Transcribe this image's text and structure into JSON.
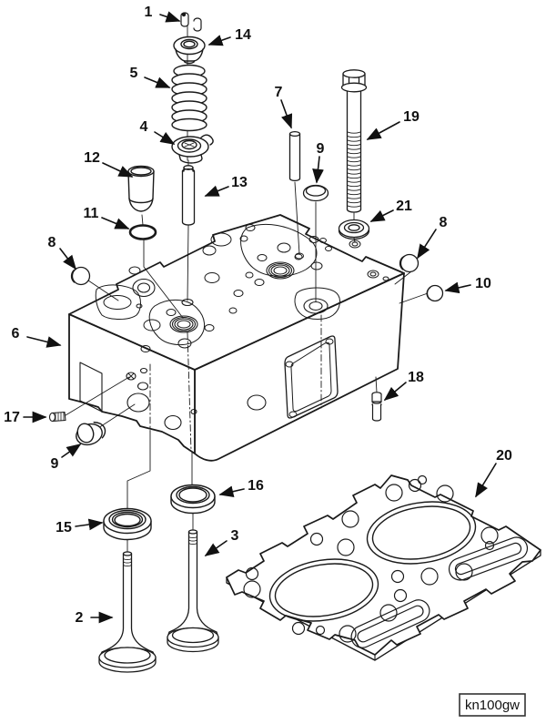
{
  "diagram": {
    "caption_code": "kn100gw",
    "callouts": [
      {
        "label": "1",
        "target": "valve-collet"
      },
      {
        "label": "14",
        "target": "valve-spring-retainer"
      },
      {
        "label": "5",
        "target": "valve-spring"
      },
      {
        "label": "4",
        "target": "spring-guide"
      },
      {
        "label": "12",
        "target": "injector-sleeve"
      },
      {
        "label": "11",
        "target": "o-ring-seal"
      },
      {
        "label": "13",
        "target": "valve-guide"
      },
      {
        "label": "7",
        "target": "dowel-pin"
      },
      {
        "label": "9",
        "target": "cup-plug-upper"
      },
      {
        "label": "19",
        "target": "head-capscrew"
      },
      {
        "label": "21",
        "target": "capscrew-washer"
      },
      {
        "label": "8",
        "target": "cup-plug-right"
      },
      {
        "label": "10",
        "target": "plug-right-lower"
      },
      {
        "label": "8",
        "target": "cup-plug-left"
      },
      {
        "label": "6",
        "target": "cylinder-head"
      },
      {
        "label": "17",
        "target": "threaded-plug"
      },
      {
        "label": "9",
        "target": "cup-plug-lower"
      },
      {
        "label": "15",
        "target": "valve-seat-insert-left"
      },
      {
        "label": "16",
        "target": "valve-seat-insert-right"
      },
      {
        "label": "3",
        "target": "valve-right"
      },
      {
        "label": "2",
        "target": "valve-left"
      },
      {
        "label": "18",
        "target": "locating-pin"
      },
      {
        "label": "20",
        "target": "head-gasket"
      }
    ]
  }
}
